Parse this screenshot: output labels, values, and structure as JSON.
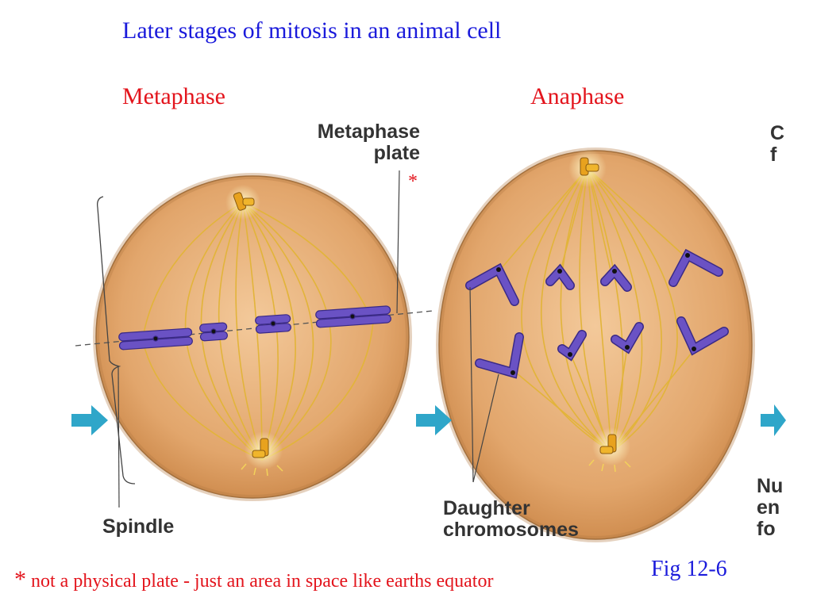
{
  "slide": {
    "title": "Later stages of mitosis in an animal cell",
    "stage_left": "Metaphase",
    "stage_right": "Anaphase",
    "figure_ref": "Fig 12-6",
    "footnote_marker": "*",
    "footnote_text": "not a physical plate - just an area in space like earths equator"
  },
  "labels": {
    "metaphase_plate_line1": "Metaphase",
    "metaphase_plate_line2": "plate",
    "plate_marker": "*",
    "spindle": "Spindle",
    "daughter_line1": "Daughter",
    "daughter_line2": "chromosomes",
    "cut_top_1": "C",
    "cut_top_2": "f",
    "cut_bottom_1": "Nu",
    "cut_bottom_2": "en",
    "cut_bottom_3": "fo"
  },
  "colors": {
    "title_blue": "#1a1adb",
    "stage_red": "#e3141c",
    "cell_fill": "#d9975a",
    "chromosome": "#6a52c4",
    "spindle_fiber": "#e2b43a",
    "arrow": "#2fa6c9"
  }
}
